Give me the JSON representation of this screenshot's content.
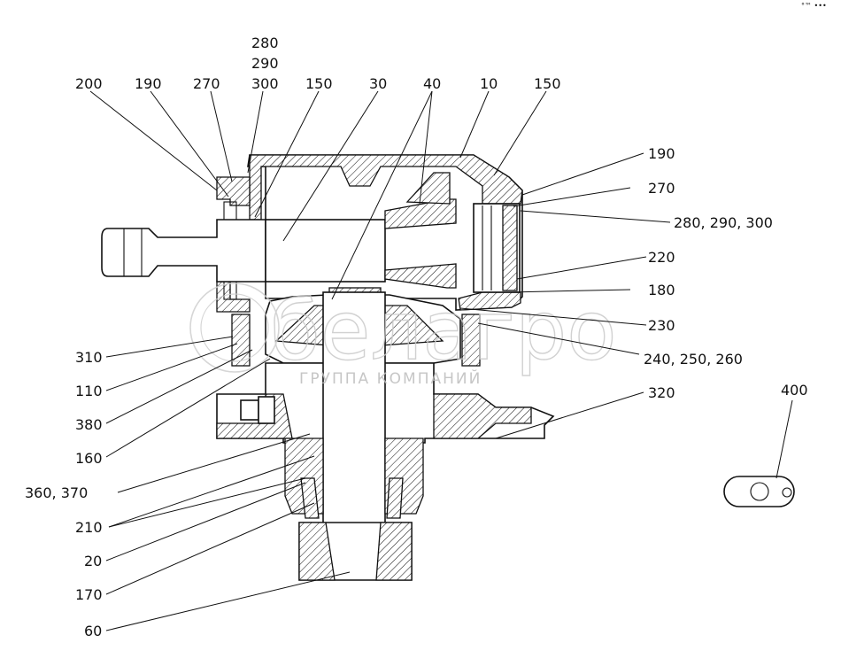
{
  "corner_mark": "°™ •••",
  "watermark": {
    "logo_text": "белагро",
    "subtitle": "ГРУППА КОМПАНИЙ"
  },
  "labels": [
    {
      "id": "l200",
      "text": "200"
    },
    {
      "id": "l190a",
      "text": "190"
    },
    {
      "id": "l270a",
      "text": "270"
    },
    {
      "id": "l280a",
      "text": "280"
    },
    {
      "id": "l290a",
      "text": "290"
    },
    {
      "id": "l300a",
      "text": "300"
    },
    {
      "id": "l150a",
      "text": "150"
    },
    {
      "id": "l30",
      "text": "30"
    },
    {
      "id": "l40",
      "text": "40"
    },
    {
      "id": "l10",
      "text": "10"
    },
    {
      "id": "l150b",
      "text": "150"
    },
    {
      "id": "l190b",
      "text": "190"
    },
    {
      "id": "l270b",
      "text": "270"
    },
    {
      "id": "l280b",
      "text": "280, 290, 300"
    },
    {
      "id": "l220",
      "text": "220"
    },
    {
      "id": "l180",
      "text": "180"
    },
    {
      "id": "l230",
      "text": "230"
    },
    {
      "id": "l240",
      "text": "240, 250, 260"
    },
    {
      "id": "l320",
      "text": "320"
    },
    {
      "id": "l400",
      "text": "400"
    },
    {
      "id": "l310",
      "text": "310"
    },
    {
      "id": "l110",
      "text": "110"
    },
    {
      "id": "l380",
      "text": "380"
    },
    {
      "id": "l160",
      "text": "160"
    },
    {
      "id": "l360",
      "text": "360, 370"
    },
    {
      "id": "l210",
      "text": "210"
    },
    {
      "id": "l20",
      "text": "20"
    },
    {
      "id": "l170",
      "text": "170"
    },
    {
      "id": "l60",
      "text": "60"
    }
  ]
}
